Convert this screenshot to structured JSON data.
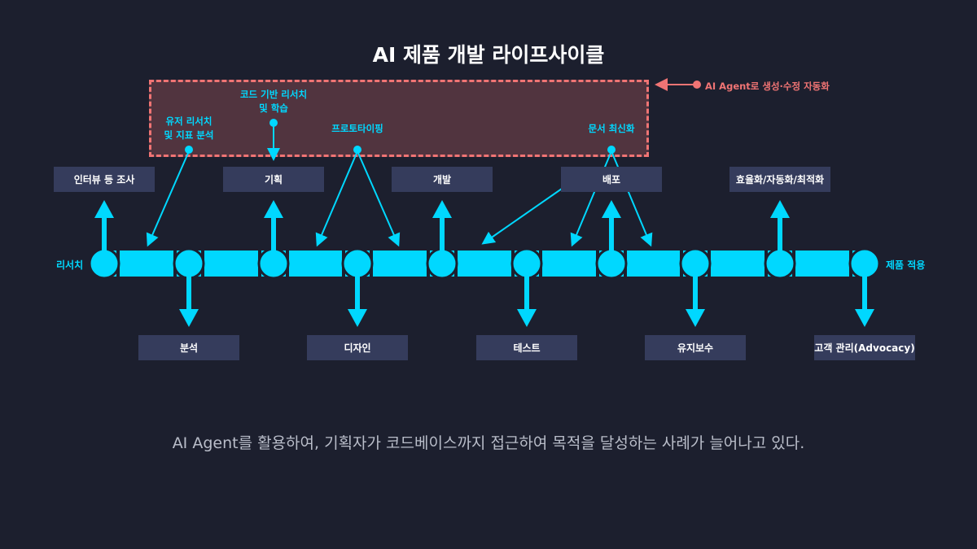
{
  "title": "AI 제품 개발 라이프사이클",
  "agent_zone_label": "AI Agent로 생성·수정 자동화",
  "ends": {
    "start": "리서치",
    "end": "제품 적용"
  },
  "stages_top": [
    "인터뷰 등 조사",
    "기획",
    "개발",
    "배포",
    "효율화/자동화/최적화"
  ],
  "stages_bottom": [
    "분석",
    "디자인",
    "테스트",
    "유지보수",
    "고객 관리(Advocacy)"
  ],
  "ai_tasks": [
    {
      "line1": "유저 리서치",
      "line2": "및 지표 분석"
    },
    {
      "line1": "코드 기반 리서치",
      "line2": "및 학습"
    },
    {
      "line1": "프로토타이핑",
      "line2": ""
    },
    {
      "line1": "문서 최신화",
      "line2": ""
    }
  ],
  "footnote": "AI Agent를 활용하여, 기획자가 코드베이스까지 접근하여 목적을 달성하는 사례가 늘어나고 있다.",
  "colors": {
    "background": "#1c1f2e",
    "accent": "#00d8ff",
    "agent_zone": "#f07474",
    "stage_box": "#353c5c"
  }
}
